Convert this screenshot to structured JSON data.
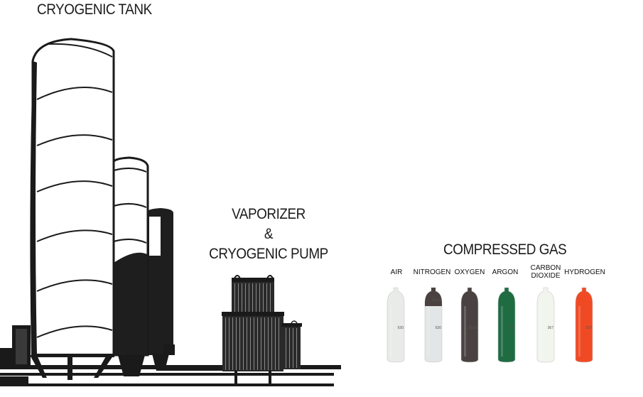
{
  "titles": {
    "cryogenic_tank": "CRYOGENIC TANK",
    "vaporizer_line1": "VAPORIZER",
    "vaporizer_line2": "&",
    "vaporizer_line3": "CRYOGENIC PUMP",
    "compressed_gas": "COMPRESSED GAS"
  },
  "cylinders": [
    {
      "label_line1": "AIR",
      "label_line2": "",
      "body_color": "#e8ebe8",
      "shoulder_color": "#e8ebe8",
      "code": "630",
      "note": ""
    },
    {
      "label_line1": "NITROGEN",
      "label_line2": "",
      "body_color": "#e3e6e6",
      "shoulder_color": "#4a4240",
      "code": "630",
      "note": "Black"
    },
    {
      "label_line1": "OXYGEN",
      "label_line2": "",
      "body_color": "#4a4240",
      "shoulder_color": "#4a4240",
      "code": "Black",
      "note": ""
    },
    {
      "label_line1": "ARGON",
      "label_line2": "",
      "body_color": "#1f6b42",
      "shoulder_color": "#1f6b42",
      "code": "103",
      "note": ""
    },
    {
      "label_line1": "CARBON",
      "label_line2": "DIOXIDE",
      "body_color": "#f2f4ee",
      "shoulder_color": "#f2f4ee",
      "code": "367",
      "note": ""
    },
    {
      "label_line1": "HYDROGEN",
      "label_line2": "",
      "body_color": "#f04a25",
      "shoulder_color": "#f04a25",
      "code": "537",
      "note": ""
    }
  ]
}
